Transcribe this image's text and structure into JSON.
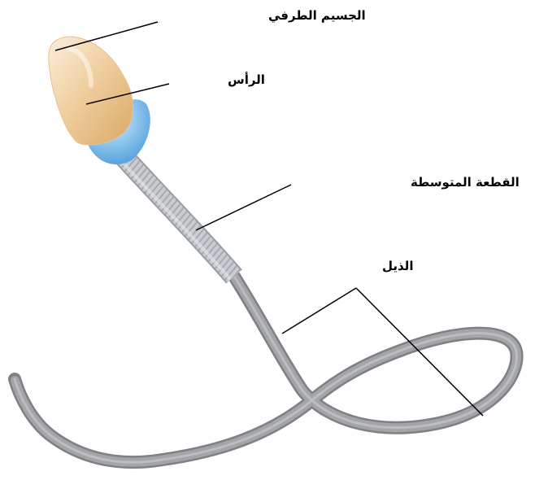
{
  "labels": {
    "acrosome": "الجسيم الطرفي",
    "head": "الرأس",
    "midpiece": "القطعة المتوسطة",
    "tail": "الذيل"
  },
  "colors": {
    "acrosome_light": "#fbeedc",
    "acrosome_dark": "#deb070",
    "nucleus_light": "#c8e6f8",
    "nucleus_dark": "#5aa8e0",
    "midpiece": "#c4c8cc",
    "tail": "#8e9093",
    "line": "#000000"
  }
}
